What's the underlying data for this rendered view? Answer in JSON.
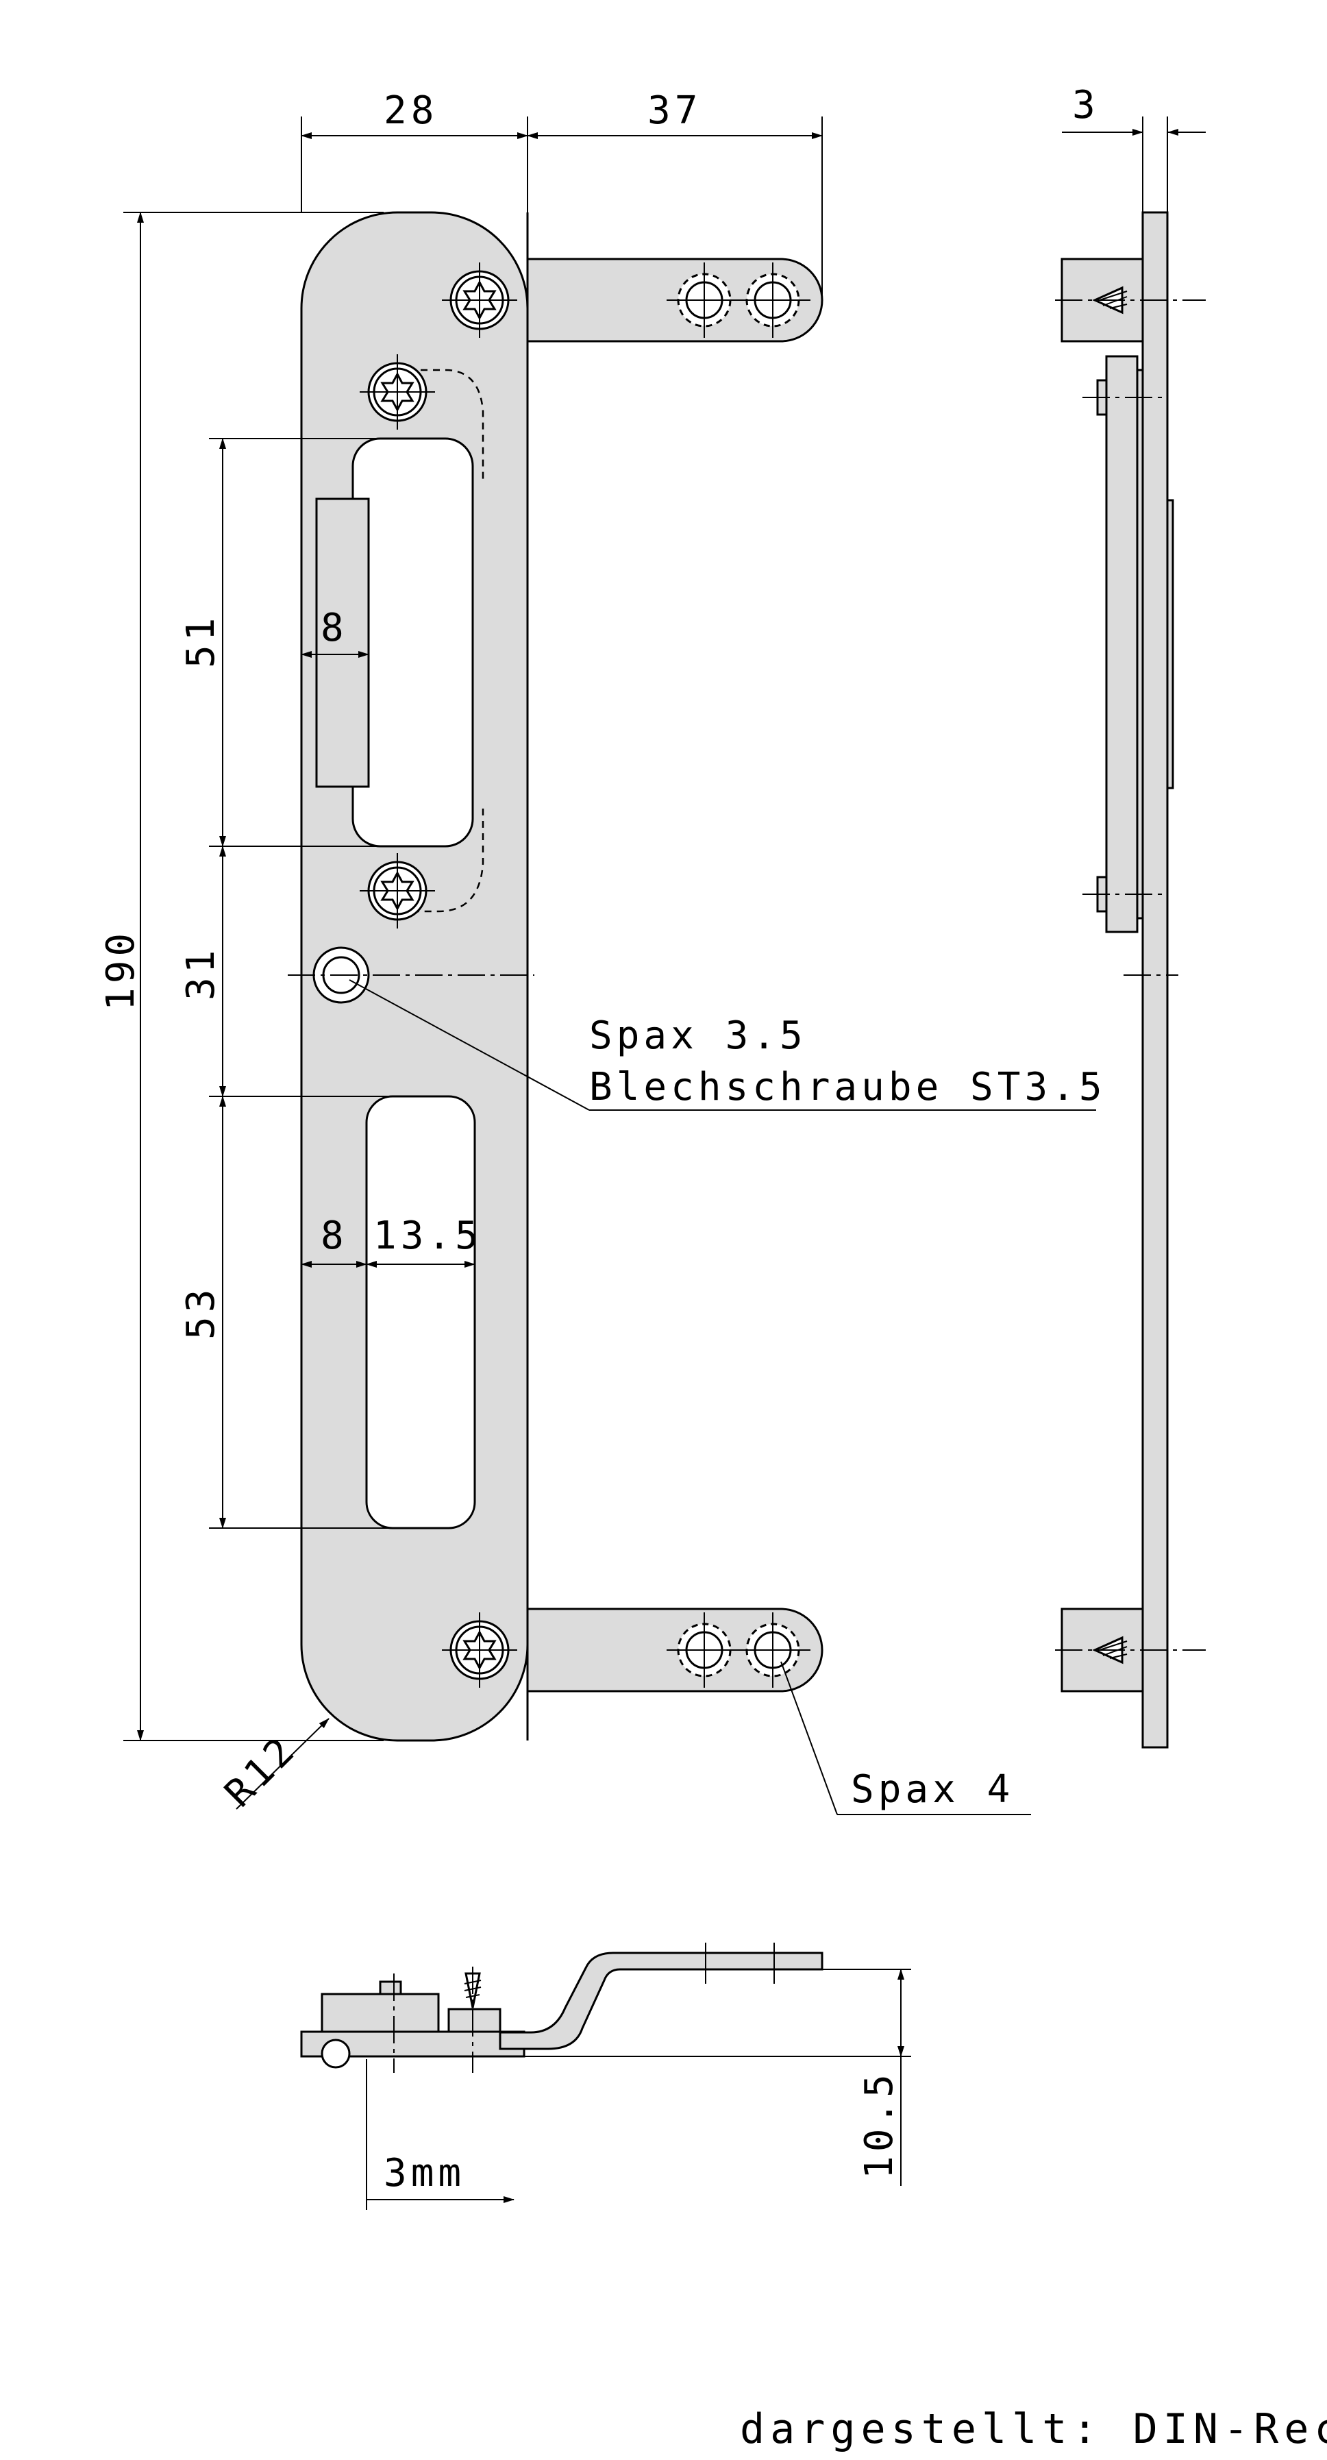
{
  "dimensions": {
    "width_plate": "28",
    "offset_strike": "37",
    "thickness": "3",
    "height_total": "190",
    "upper_opening": "51",
    "middle_spacing": "31",
    "lower_opening": "53",
    "upper_tongue": "8",
    "lower_tongue": "8",
    "lower_opening_width": "13.5",
    "radius": "R12",
    "side_offset": "3mm",
    "side_height": "10.5"
  },
  "labels": {
    "screw_small_line1": "Spax 3.5",
    "screw_small_line2": "Blechschraube ST3.5",
    "screw_large": "Spax 4",
    "footer": "dargestellt: DIN-Rechts"
  }
}
